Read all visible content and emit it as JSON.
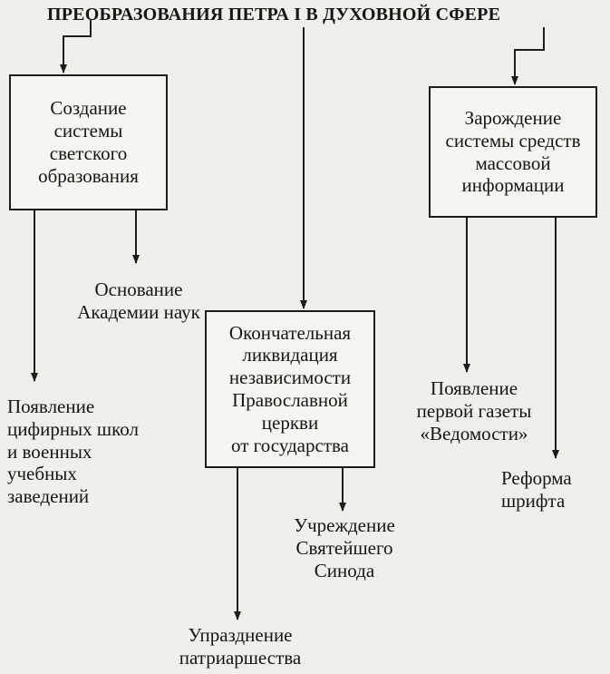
{
  "title": "ПРЕОБРАЗОВАНИЯ ПЕТРА I В ДУХОВНОЙ СФЕРЕ",
  "boxes": {
    "secular_education": "Создание\nсистемы\nсветского\nобразования",
    "mass_media": "Зарождение\nсистемы средств\nмассовой\nинформации",
    "church_liquidation": "Окончательная\nликвидация\nнезависимости\nПравославной\nцеркви\nот государства"
  },
  "outcomes": {
    "academy": "Основание\nАкадемии наук",
    "cipher_schools": "Появление\nцифирных школ\nи военных\nучебных\nзаведений",
    "vedomosti": "Появление\nпервой газеты\n«Ведомости»",
    "font_reform": "Реформа\nшрифта",
    "synod": "Учреждение\nСвятейшего\nСинода",
    "patriarchate": "Упразднение\nпатриаршества"
  }
}
